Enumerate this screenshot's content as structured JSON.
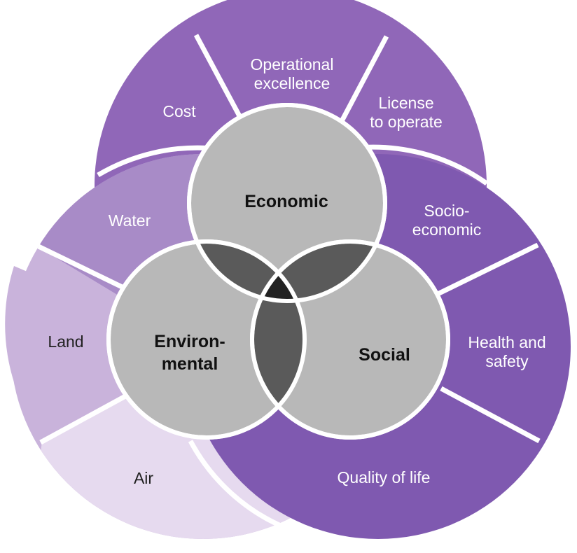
{
  "colors": {
    "economic_dim": "#9067b8",
    "environmental_dim_water": "#a88bc7",
    "environmental_dim_land": "#c9b3db",
    "environmental_dim_air": "#e6daef",
    "social_dim": "#7f59b0",
    "core_circle": "#b8b8b8",
    "pair_overlap": "#5a5a5a",
    "center_overlap": "#222222",
    "separator": "#ffffff"
  },
  "pillars": {
    "economic": "Economic",
    "environmental_line1": "Environ-",
    "environmental_line2": "mental",
    "social": "Social"
  },
  "economic_segments": {
    "cost": "Cost",
    "operational_line1": "Operational",
    "operational_line2": "excellence",
    "license_line1": "License",
    "license_line2": "to operate"
  },
  "environmental_segments": {
    "water": "Water",
    "land": "Land",
    "air": "Air"
  },
  "social_segments": {
    "socio_line1": "Socio-",
    "socio_line2": "economic",
    "health_line1": "Health and",
    "health_line2": "safety",
    "quality": "Quality of life"
  }
}
